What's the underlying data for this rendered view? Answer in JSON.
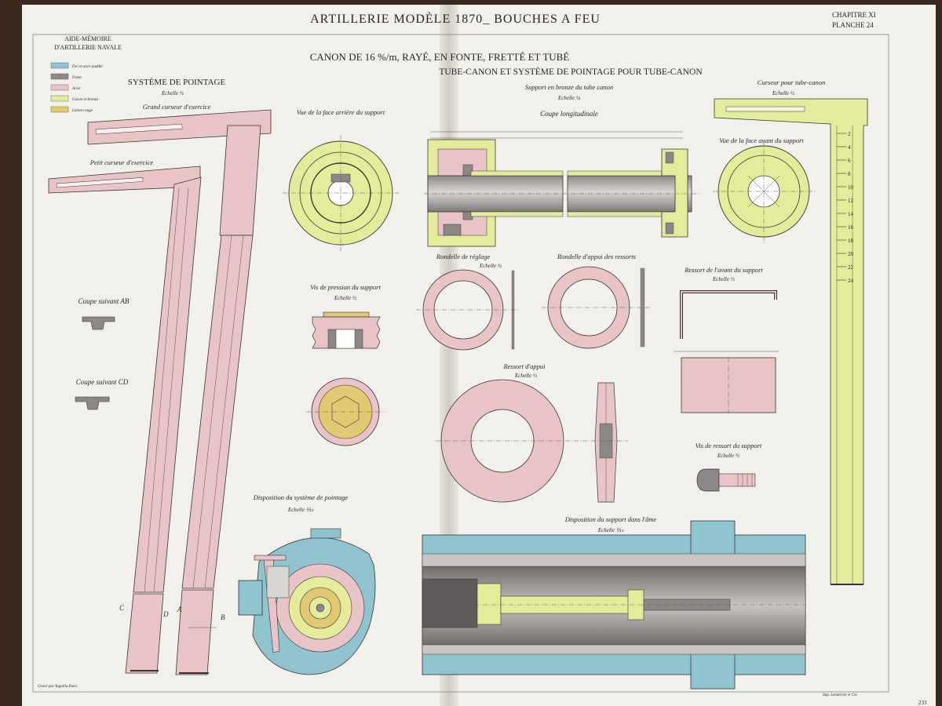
{
  "header": {
    "title": "ARTILLERIE MODÈLE 1870_ BOUCHES A FEU",
    "chapter": "CHAPITRE XI",
    "plate": "PLANCHE 24",
    "memo_line1": "AIDE-MÉMOIRE",
    "memo_line2": "D'ARTILLERIE NAVALE"
  },
  "subtitle": "CANON DE 16 %/m, RAYÉ, EN FONTE, FRETTÉ ET TUBÉ",
  "section_title": "TUBE-CANON ET SYSTÈME DE POINTAGE POUR TUBE-CANON",
  "legend": [
    {
      "label": "Fer et acier puddlé",
      "color": "#8fc4cf"
    },
    {
      "label": "Fonte",
      "color": "#8c8887"
    },
    {
      "label": "Acier",
      "color": "#e8c4c8"
    },
    {
      "label": "Cuivre et bronze",
      "color": "#e4ec9c"
    },
    {
      "label": "Laiton rouge",
      "color": "#e2c873"
    }
  ],
  "labels": {
    "systeme": "SYSTÈME DE POINTAGE",
    "systeme_scale": "Echelle ½",
    "grand": "Grand curseur d'exercice",
    "petit": "Petit curseur d'exercice",
    "coupe_ab": "Coupe suivant AB",
    "coupe_cd": "Coupe suivant CD",
    "vue_arriere": "Vue de la face arrière du support",
    "support_bronze": "Support en bronze du tube canon",
    "support_scale": "Echelle ¼",
    "coupe_long": "Coupe longitudinale",
    "curseur_tube": "Curseur pour tube-canon",
    "curseur_scale": "Echelle ½",
    "vue_avant": "Vue de la face avant du support",
    "rondelle_reglage": "Rondelle de réglage",
    "rondelle_scale": "Echelle ½",
    "rondelle_appui": "Rondelle d'appui des ressorts",
    "vis_pression": "Vis de pression du support",
    "vis_pression_scale": "Echelle ½",
    "ressort_avant": "Ressort de l'avant du support",
    "ressort_avant_scale": "Echelle ½",
    "ressort_appui": "Ressort d'appui",
    "ressort_appui_scale": "Echelle ½",
    "vis_ressort": "Vis de ressort du support",
    "vis_ressort_scale": "Echelle ½",
    "disposition_pointage": "Disposition du système de pointage",
    "disposition_pointage_scale": "Echelle ⅒",
    "disposition_support": "Disposition du support dans l'âme",
    "disposition_support_scale": "Echelle ⅒",
    "engraver": "Gravé par Yugnilla,Paris",
    "printer": "Imp. Lemercier et Cie",
    "page": "233"
  },
  "letters": {
    "a": "A",
    "b": "B",
    "c": "C",
    "d": "D"
  },
  "tube_scale": [
    "2",
    "4",
    "6",
    "8",
    "10",
    "12",
    "14",
    "16",
    "18",
    "20",
    "22",
    "24"
  ],
  "colors": {
    "paper": "#f1f0ea",
    "steel": "#e8c4c8",
    "bronze": "#e4ec9c",
    "brass": "#e2c873",
    "iron": "#8fc4cf",
    "cast": "#8c8887",
    "ink": "#2a2622"
  }
}
